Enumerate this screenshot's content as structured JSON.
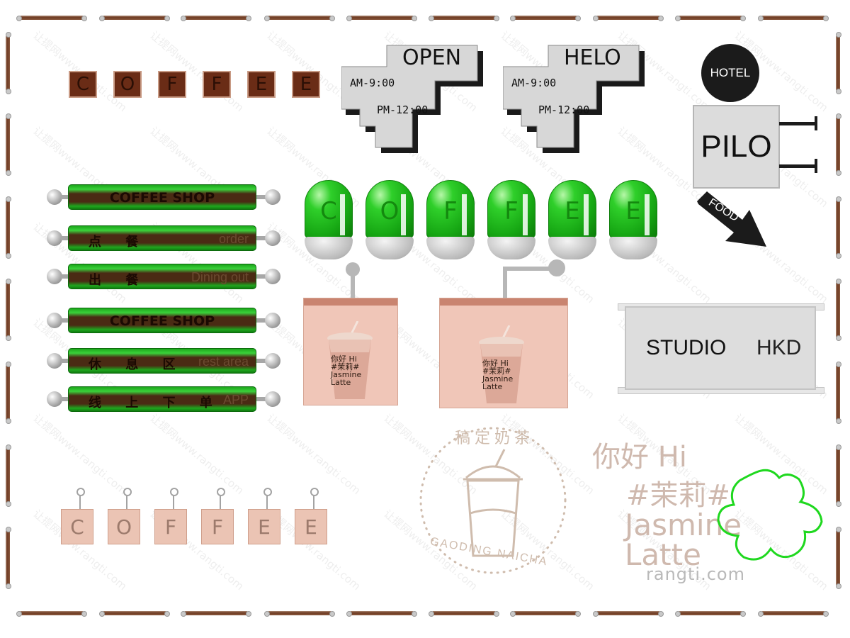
{
  "brown_coffee_tiles": [
    "C",
    "O",
    "F",
    "F",
    "E",
    "E"
  ],
  "step_signs": [
    {
      "title": "OPEN",
      "am": "AM-9:00",
      "pm": "PM-12:00"
    },
    {
      "title": "HELO",
      "am": "AM-9:00",
      "pm": "PM-12:00"
    }
  ],
  "hotel": {
    "circle_label": "HOTEL",
    "box_label": "PILO",
    "arrow_label": "FOOD"
  },
  "tube_signs": [
    {
      "center": "COFFEE SHOP",
      "cn": "",
      "en": ""
    },
    {
      "center": "",
      "cn": "点 餐",
      "en": "order"
    },
    {
      "center": "",
      "cn": "出 餐",
      "en": "Dining out"
    },
    {
      "center": "COFFEE SHOP",
      "cn": "",
      "en": ""
    },
    {
      "center": "",
      "cn": "休 息 区",
      "en": "rest area"
    },
    {
      "center": "",
      "cn": "线 上 下 单",
      "en": "APP"
    }
  ],
  "green_capsules": [
    "C",
    "O",
    "F",
    "F",
    "E",
    "E"
  ],
  "cup_print": {
    "line1": "你好 Hi",
    "line2": "#茉莉#",
    "line3": "Jasmine",
    "line4": "Latte"
  },
  "studio": {
    "main": "STUDIO",
    "sub": "HKD"
  },
  "stamp": {
    "cn": "稿定奶茶",
    "en": "GAODING NAICHA"
  },
  "jasmine_logo": {
    "line1": "你好 Hi",
    "line2": "#茉莉#",
    "line3": "Jasmine",
    "line4": "Latte"
  },
  "hanging_cubes": [
    "C",
    "O",
    "F",
    "F",
    "E",
    "E"
  ],
  "watermark": {
    "repeat": "让提网www.rangti.com",
    "bottom": "rangti.com"
  },
  "colors": {
    "brown": "#6a2c16",
    "green": "#1fb51b",
    "pink": "#f0c6b8",
    "stamp": "#cfbcad",
    "logo_green": "#1fd81f"
  }
}
